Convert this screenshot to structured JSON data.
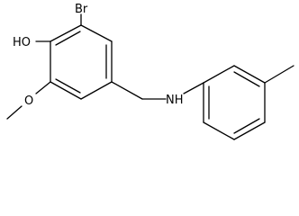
{
  "molecule": {
    "atom_labels": {
      "bromine": "Br",
      "hydroxyl": "HO",
      "methoxy_oxygen": "O",
      "amine": "NH"
    }
  },
  "colors": {
    "bond": "#000000",
    "text": "#000000",
    "background": "#ffffff"
  }
}
